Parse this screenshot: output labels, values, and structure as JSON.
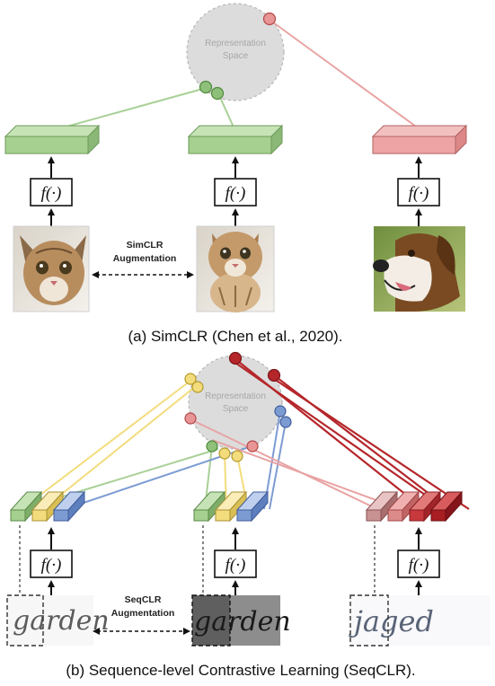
{
  "panel_a": {
    "space_label_line1": "Representation",
    "space_label_line2": "Space",
    "function_label": "f(·)",
    "augmentation_line1": "SimCLR",
    "augmentation_line2": "Augmentation",
    "caption": "(a) SimCLR (Chen et al., 2020).",
    "images": [
      {
        "name": "cat-photo-1",
        "depicts": "cat"
      },
      {
        "name": "cat-photo-2",
        "depicts": "cat"
      },
      {
        "name": "dog-photo",
        "depicts": "dog"
      }
    ]
  },
  "panel_b": {
    "space_label_line1": "Representation",
    "space_label_line2": "Space",
    "function_label": "f(·)",
    "augmentation_line1": "SeqCLR",
    "augmentation_line2": "Augmentation",
    "caption": "(b) Sequence-level Contrastive Learning (SeqCLR).",
    "word_images": [
      {
        "word": "garden"
      },
      {
        "word": "garden"
      },
      {
        "word": "jaged"
      }
    ]
  },
  "colors": {
    "green": "#8fc07a",
    "yellow": "#f3dc7c",
    "blue": "#7d9bd3",
    "pink": "#e79595",
    "red": "#b5262a",
    "space_fill": "#dcdcdc"
  }
}
